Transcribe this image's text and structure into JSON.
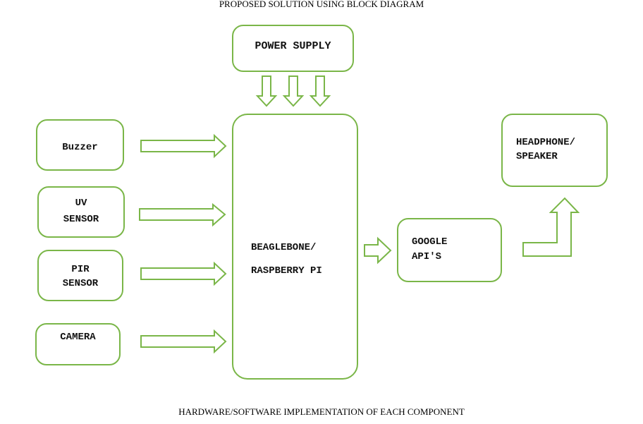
{
  "diagram": {
    "title": "PROPOSED SOLUTION USING BLOCK DIAGRAM",
    "footer": "HARDWARE/SOFTWARE IMPLEMENTATION OF EACH COMPONENT",
    "accent_color": "#7ab648",
    "nodes": {
      "power_supply": {
        "label": "POWER SUPPLY"
      },
      "buzzer": {
        "label": "Buzzer"
      },
      "uv_sensor": {
        "line1": "UV",
        "line2": "SENSOR"
      },
      "pir_sensor": {
        "line1": "PIR",
        "line2": "SENSOR"
      },
      "camera": {
        "label": "CAMERA"
      },
      "controller": {
        "line1": "BEAGLEBONE/",
        "line2": "RASPBERRY PI"
      },
      "google_api": {
        "line1": "GOOGLE",
        "line2": "API'S"
      },
      "output": {
        "line1": "HEADPHONE/",
        "line2": "SPEAKER"
      }
    },
    "edges": [
      {
        "from": "power_supply",
        "to": "controller",
        "count": 3
      },
      {
        "from": "buzzer",
        "to": "controller"
      },
      {
        "from": "uv_sensor",
        "to": "controller"
      },
      {
        "from": "pir_sensor",
        "to": "controller"
      },
      {
        "from": "camera",
        "to": "controller"
      },
      {
        "from": "controller",
        "to": "google_api"
      },
      {
        "from": "google_api",
        "to": "output"
      }
    ]
  }
}
